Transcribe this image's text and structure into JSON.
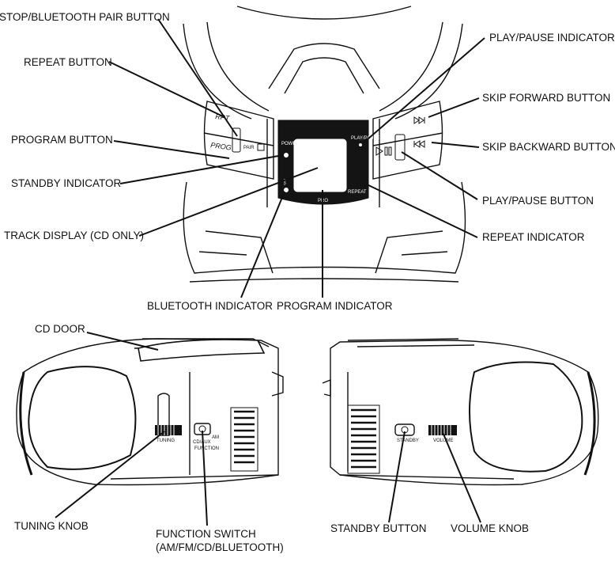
{
  "labels": {
    "stop_bt_pair_button": "STOP/BLUETOOTH PAIR BUTTON",
    "repeat_button": "REPEAT BUTTON",
    "program_button": "PROGRAM BUTTON",
    "standby_indicator": "STANDBY INDICATOR",
    "track_display": "TRACK DISPLAY (CD ONLY)",
    "bluetooth_indicator": "BLUETOOTH INDICATOR",
    "program_indicator": "PROGRAM INDICATOR",
    "play_pause_indicator": "PLAY/PAUSE INDICATOR",
    "skip_forward_button": "SKIP FORWARD BUTTON",
    "skip_backward_button": "SKIP BACKWARD BUTTON",
    "play_pause_button": "PLAY/PAUSE BUTTON",
    "repeat_indicator": "REPEAT INDICATOR",
    "cd_door": "CD DOOR",
    "tuning_knob": "TUNING KNOB",
    "function_switch_line1": "FUNCTION SWITCH",
    "function_switch_line2": "(AM/FM/CD/BLUETOOTH)",
    "standby_button": "STANDBY BUTTON",
    "volume_knob": "VOLUME KNOB"
  },
  "panel_text": {
    "rpt": "RPT",
    "prog": "PROG",
    "pair": "PAIR",
    "power": "POWER",
    "play_pause": "PLAY/PAUSE",
    "repeat": "REPEAT",
    "pro": "PRO",
    "tuning": "TUNING",
    "am": "AM",
    "cd_aux": "CD/AUX",
    "function": "FUNCTION",
    "standby": "STANDBY",
    "volume": "VOLUME"
  }
}
